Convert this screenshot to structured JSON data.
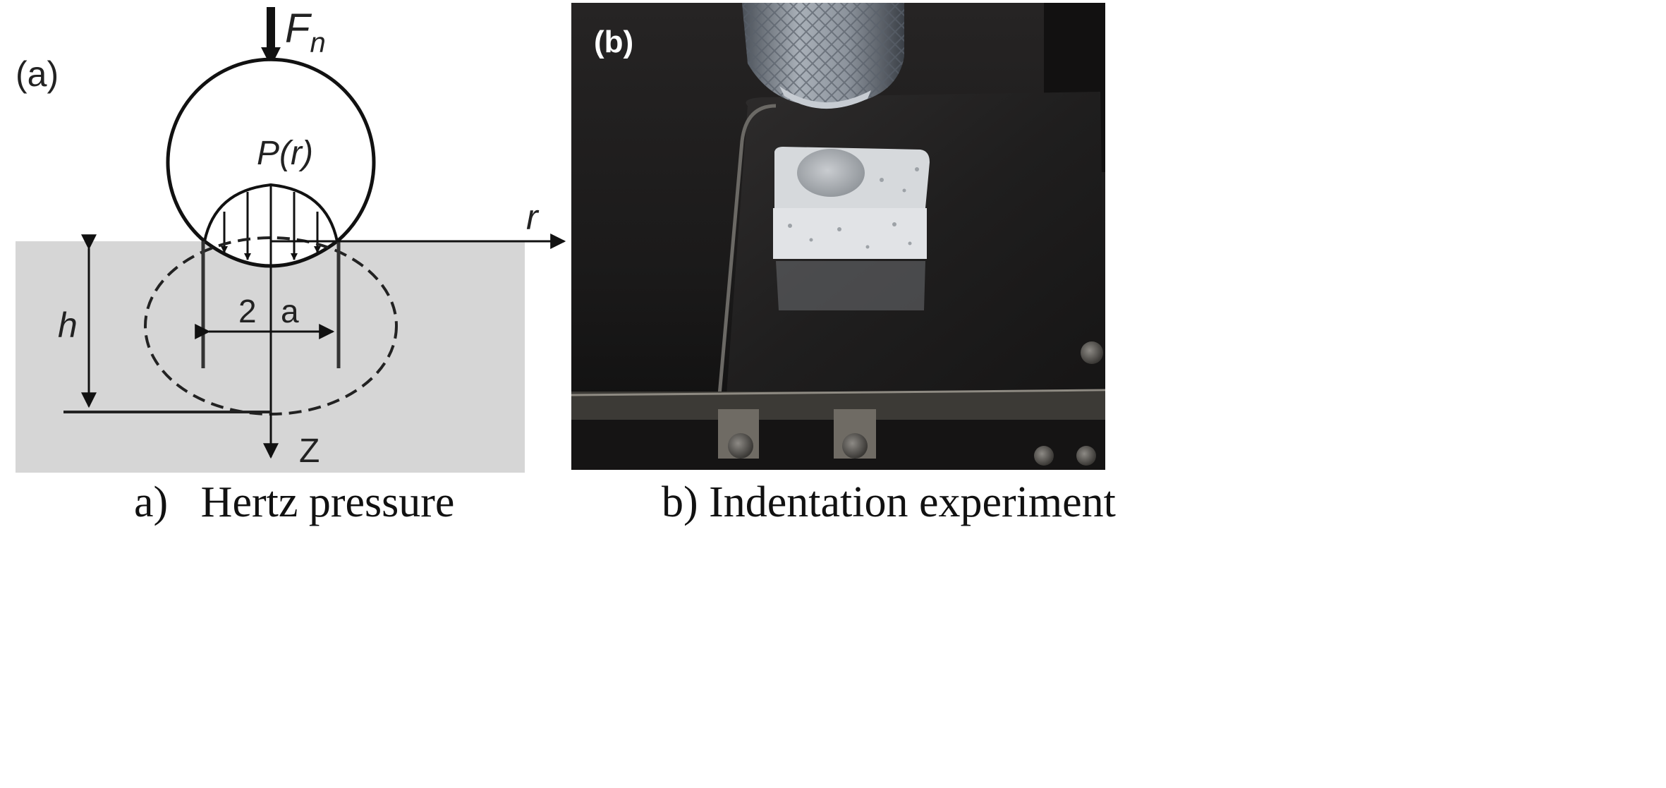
{
  "panel_a": {
    "tag": "(a)",
    "force_symbol": "F",
    "force_subscript": "n",
    "pressure_label": "P(r)",
    "radial_axis": "r",
    "depth_label": "h",
    "contact_label_2": "2",
    "contact_label_a": "a",
    "depth_axis": "Z",
    "caption": "a)   Hertz pressure"
  },
  "panel_b": {
    "tag": "(b)",
    "caption": "b) Indentation experiment"
  },
  "colors": {
    "substrate": "#d6d6d6",
    "photo_background": "#1c1b1b",
    "sample": "#d9dcdf",
    "indenter": "#8a9099"
  }
}
